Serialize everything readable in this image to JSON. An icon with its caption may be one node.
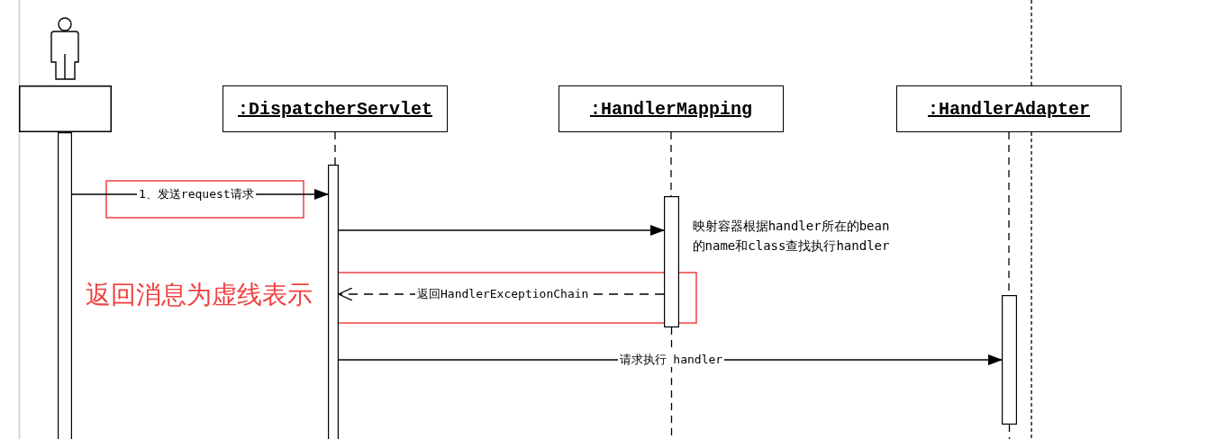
{
  "diagram": {
    "nodes": [
      {
        "text": [],
        "shape": "box"
      },
      {
        "text": [
          ":DispatcherServlet"
        ]
      },
      {
        "text": [
          ":HandlerMapping"
        ]
      },
      {
        "text": [
          ":HandlerAdapter"
        ]
      },
      {
        "text": [],
        "shape": "bar"
      },
      {
        "text": [],
        "shape": "bar"
      },
      {
        "text": [],
        "shape": "bar",
        "beside": [
          "映射容器根据handler所在的bean 的name和class查找执行handler"
        ]
      },
      {
        "text": [],
        "shape": "bar"
      }
    ],
    "edges": [
      {
        "from": 4,
        "to": 5,
        "arrow": "to",
        "label": "1、发送request请求"
      },
      {
        "from": 5,
        "to": 6,
        "arrow": "to"
      },
      {
        "from": 6,
        "to": 5,
        "arrow": "to",
        "style": "dashed",
        "label": "返回HandlerExceptionChain"
      },
      {
        "from": 5,
        "to": 7,
        "arrow": "to",
        "label": "请求执行 handler"
      },
      {
        "from": 1,
        "to": 5,
        "arrow": "none",
        "style": "dashed"
      },
      {
        "from": 2,
        "to": 6,
        "arrow": "none",
        "style": "dashed"
      },
      {
        "from": 6,
        "to": null,
        "arrow": "none",
        "style": "dashed"
      },
      {
        "from": 3,
        "to": 7,
        "arrow": "none",
        "style": "dashed"
      },
      {
        "from": 7,
        "to": null,
        "arrow": "none",
        "style": "dashed"
      }
    ],
    "labels": [
      "返回消息为虚线表示"
    ]
  }
}
